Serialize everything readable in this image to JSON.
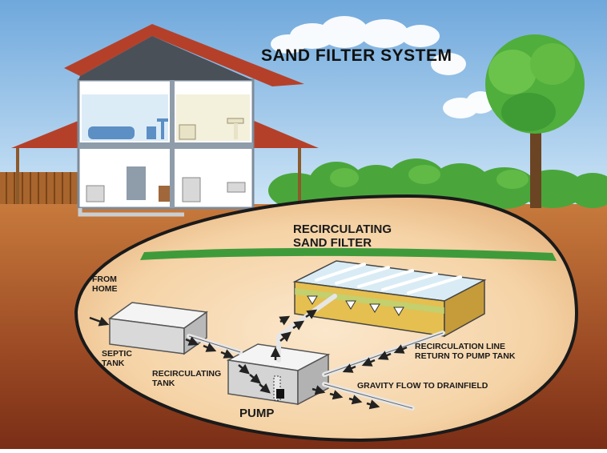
{
  "title": "SAND FILTER SYSTEM",
  "labels": {
    "recirculating_sand_filter_line1": "RECIRCULATING",
    "recirculating_sand_filter_line2": "SAND FILTER",
    "from_home_line1": "FROM",
    "from_home_line2": "HOME",
    "septic_tank_line1": "SEPTIC",
    "septic_tank_line2": "TANK",
    "recirculating_tank_line1": "RECIRCULATING",
    "recirculating_tank_line2": "TANK",
    "pump": "PUMP",
    "recirculation_line_1": "RECIRCULATION LINE",
    "recirculation_line_2": "RETURN TO PUMP TANK",
    "gravity_flow": "GRAVITY FLOW TO DRAINFIELD"
  },
  "colors": {
    "sky": "#9ec9ea",
    "ground": "#8a3f22",
    "underground_fill": "#f6ddb9",
    "grass": "#3f9b3a",
    "roof": "#b5402a",
    "tank": "#d9d9d9",
    "sand": "#e3c25a"
  }
}
